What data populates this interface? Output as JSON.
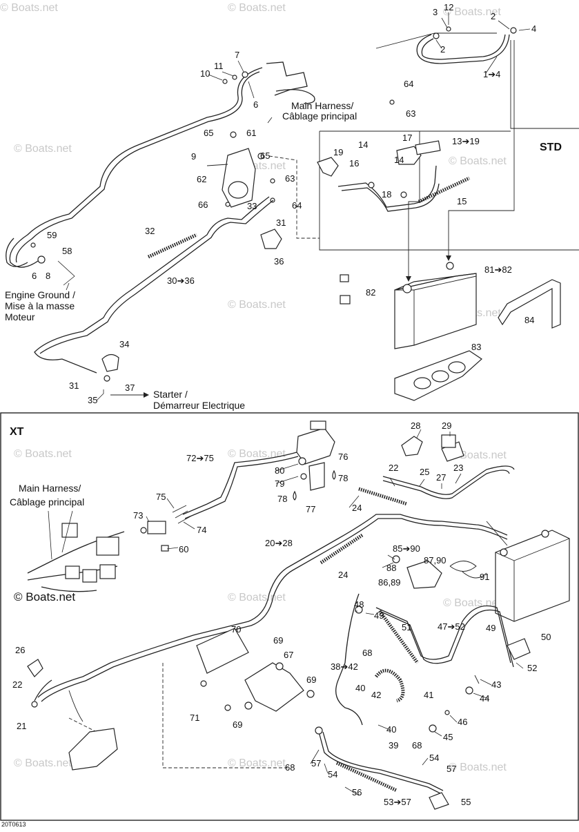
{
  "watermark": "© Boats.net",
  "image_code": "20T0613",
  "sections": {
    "std": "STD",
    "xt": "XT"
  },
  "captions": {
    "main_harness_1": "Main Harness/",
    "main_harness_2": "Câblage principal",
    "engine_ground_1": "Engine Ground /",
    "engine_ground_2": "Mise à la masse",
    "engine_ground_3": "Moteur",
    "starter_1": "Starter /",
    "starter_2": "Démarreur Electrique",
    "xt_main_harness_1": "Main Harness/",
    "xt_main_harness_2": "Câblage principal"
  },
  "labels": {
    "std": [
      "3",
      "12",
      "2",
      "4",
      "2",
      "1➔4",
      "7",
      "11",
      "10",
      "6",
      "Main Harness/",
      "64",
      "63",
      "65",
      "61",
      "9",
      "65",
      "62",
      "63",
      "66",
      "33",
      "64",
      "31",
      "36",
      "32",
      "30➔36",
      "19",
      "14",
      "16",
      "17",
      "13➔19",
      "14",
      "18",
      "15",
      "STD",
      "59",
      "58",
      "6",
      "8",
      "81➔82",
      "82",
      "84",
      "83",
      "34",
      "31",
      "37",
      "35"
    ],
    "xt": [
      "XT",
      "28",
      "29",
      "72➔75",
      "76",
      "80",
      "79",
      "78",
      "78",
      "77",
      "22",
      "25",
      "27",
      "23",
      "24",
      "75",
      "73",
      "74",
      "60",
      "20➔28",
      "24",
      "85➔90",
      "87,90",
      "88",
      "86,89",
      "91",
      "48",
      "49",
      "47➔52",
      "49",
      "50",
      "51",
      "68",
      "52",
      "70",
      "69",
      "67",
      "38➔42",
      "40",
      "42",
      "41",
      "69",
      "43",
      "44",
      "26",
      "22",
      "21",
      "71",
      "69",
      "40",
      "46",
      "45",
      "39",
      "68",
      "68",
      "57",
      "54",
      "54",
      "57",
      "56",
      "53➔57",
      "55"
    ]
  }
}
